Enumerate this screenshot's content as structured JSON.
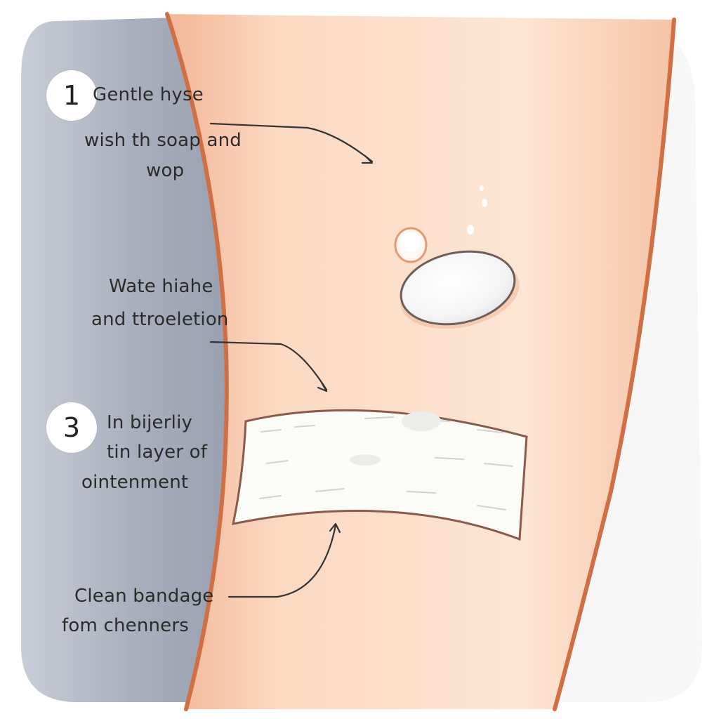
{
  "colors": {
    "background": "#ffffff",
    "panel_left": "#a7adbb",
    "skin": "#fbe0cb",
    "skin_edge": "#cf6f43",
    "text": "#2b2b2b",
    "bandage": "#fbfbf8"
  },
  "steps": [
    {
      "number": "1",
      "lines": [
        "Gentle hyse",
        "wish th soap and",
        "wop"
      ]
    },
    {
      "lines": [
        "Wate hiahe",
        "and ttroeletion"
      ]
    },
    {
      "number": "3",
      "lines": [
        "In bijerliy",
        "tin layer of",
        "ointenment"
      ]
    },
    {
      "lines": [
        "Clean bandage",
        "fom chenners"
      ]
    }
  ],
  "icons": {
    "water_drop_small": "water-drop-icon",
    "soap_bar": "soap-bar-icon",
    "bandage": "bandage-icon"
  }
}
